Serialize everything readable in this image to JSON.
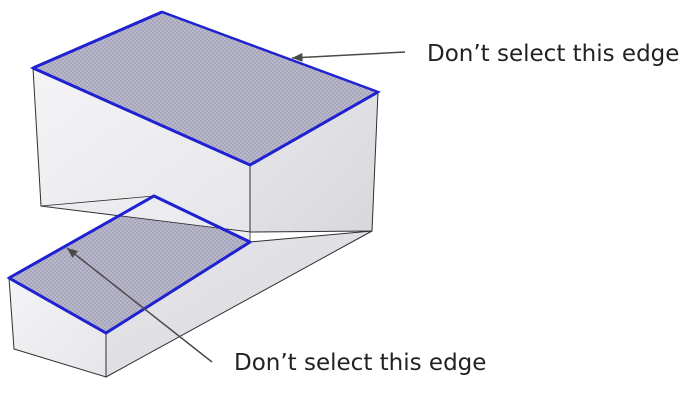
{
  "annotations": [
    {
      "id": "top-callout",
      "text": "Don’t select this edge"
    },
    {
      "id": "bottom-callout",
      "text": "Don’t select this edge"
    }
  ],
  "colors": {
    "background": "#ffffff",
    "face_light": "#efeff1",
    "face_mid": "#dfdfe3",
    "top_face": "#b9b8cb",
    "top_dot": "#8b8aa3",
    "selected_edge": "#1f22d1",
    "plain_edge": "#2f2f2f",
    "leader_line": "#4a4a4a"
  }
}
